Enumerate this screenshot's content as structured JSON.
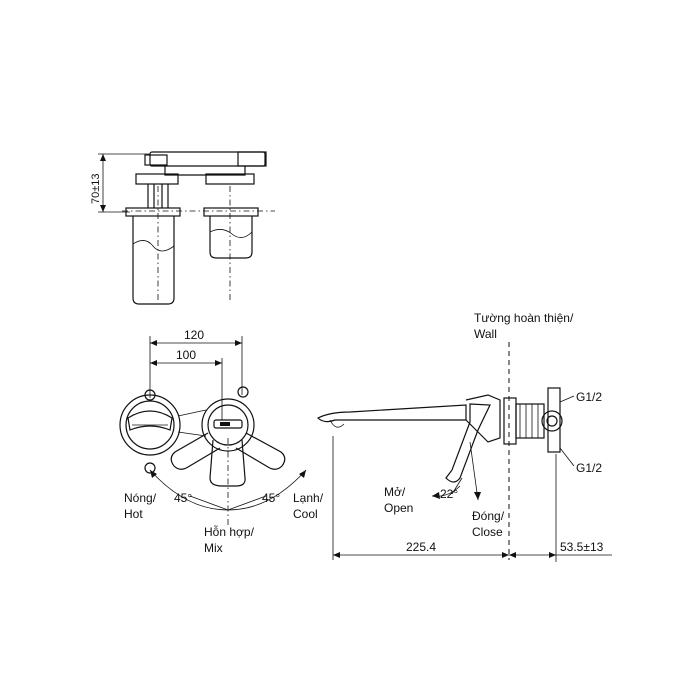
{
  "top_view": {
    "height_dim": "70±13"
  },
  "front_view": {
    "width_outer": "120",
    "width_inner": "100",
    "hot_label": "Nóng/",
    "hot_label_en": "Hot",
    "cool_label": "Lạnh/",
    "cool_label_en": "Cool",
    "mix_label": "Hỗn hợp/",
    "mix_label_en": "Mix",
    "angle_left": "45°",
    "angle_right": "45°"
  },
  "side_view": {
    "wall_label": "Tường hoàn thiện/",
    "wall_label_en": "Wall",
    "thread_top": "G1/2",
    "thread_bottom": "G1/2",
    "open_label": "Mở/",
    "open_label_en": "Open",
    "close_label": "Đóng/",
    "close_label_en": "Close",
    "open_angle": "22°",
    "spout_length": "225.4",
    "body_depth": "53.5±13"
  }
}
